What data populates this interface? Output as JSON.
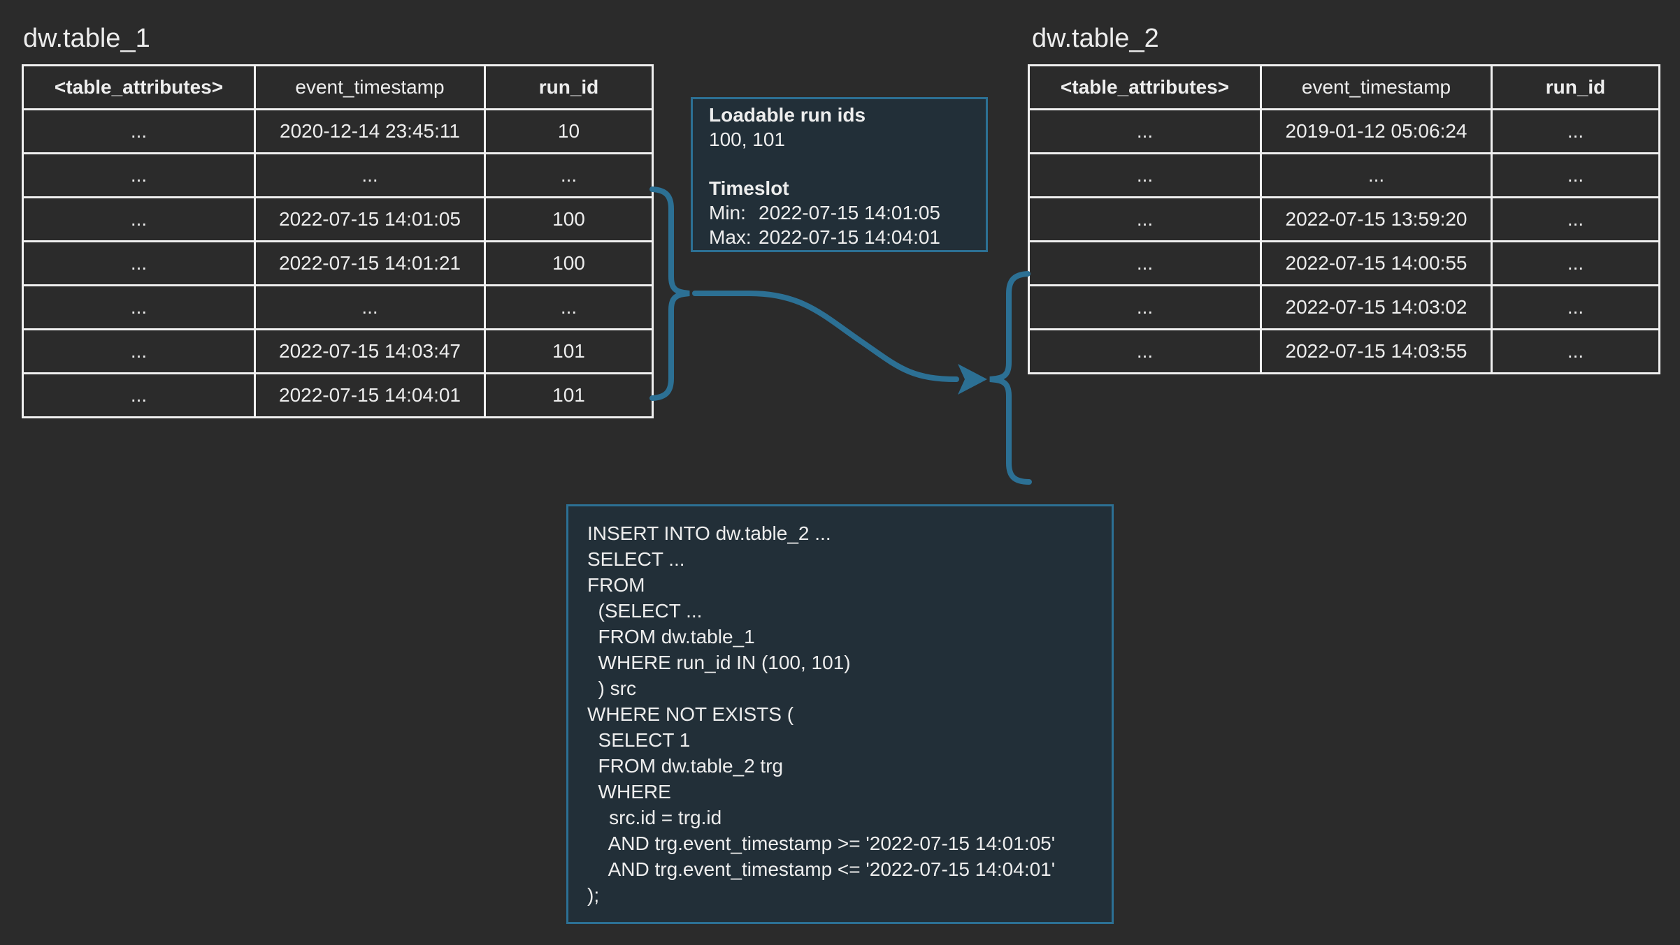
{
  "colors": {
    "background": "#2b2b2b",
    "accent_blue": "#2c7094",
    "panel_fill": "#222f38",
    "table_border": "#f0f0f0",
    "text": "#ededed"
  },
  "table1": {
    "title": "dw.table_1",
    "columns": [
      "<table_attributes>",
      "event_timestamp",
      "run_id"
    ],
    "rows": [
      [
        "...",
        "2020-12-14 23:45:11",
        "10"
      ],
      [
        "...",
        "...",
        "..."
      ],
      [
        "...",
        "2022-07-15 14:01:05",
        "100"
      ],
      [
        "...",
        "2022-07-15 14:01:21",
        "100"
      ],
      [
        "...",
        "...",
        "..."
      ],
      [
        "...",
        "2022-07-15 14:03:47",
        "101"
      ],
      [
        "...",
        "2022-07-15 14:04:01",
        "101"
      ]
    ]
  },
  "table2": {
    "title": "dw.table_2",
    "columns": [
      "<table_attributes>",
      "event_timestamp",
      "run_id"
    ],
    "rows": [
      [
        "...",
        "2019-01-12 05:06:24",
        "..."
      ],
      [
        "...",
        "...",
        "..."
      ],
      [
        "...",
        "2022-07-15 13:59:20",
        "..."
      ],
      [
        "...",
        "2022-07-15 14:00:55",
        "..."
      ],
      [
        "...",
        "2022-07-15 14:03:02",
        "..."
      ],
      [
        "...",
        "2022-07-15 14:03:55",
        "..."
      ]
    ]
  },
  "info_box": {
    "title": "Loadable run ids",
    "run_ids": "100, 101",
    "timeslot_title": "Timeslot",
    "min_label": "Min:",
    "min_value": "2022-07-15 14:01:05",
    "max_label": "Max:",
    "max_value": "2022-07-15 14:04:01"
  },
  "sql_box": {
    "lines": [
      "INSERT INTO dw.table_2 ...",
      "SELECT ...",
      "FROM",
      "  (SELECT ...",
      "  FROM dw.table_1",
      "  WHERE run_id IN (100, 101)",
      "  ) src",
      "WHERE NOT EXISTS (",
      "  SELECT 1",
      "  FROM dw.table_2 trg",
      "  WHERE",
      "    src.id = trg.id",
      "    AND trg.event_timestamp >= '2022-07-15 14:01:05'",
      "    AND trg.event_timestamp <= '2022-07-15 14:04:01'",
      ");"
    ]
  }
}
